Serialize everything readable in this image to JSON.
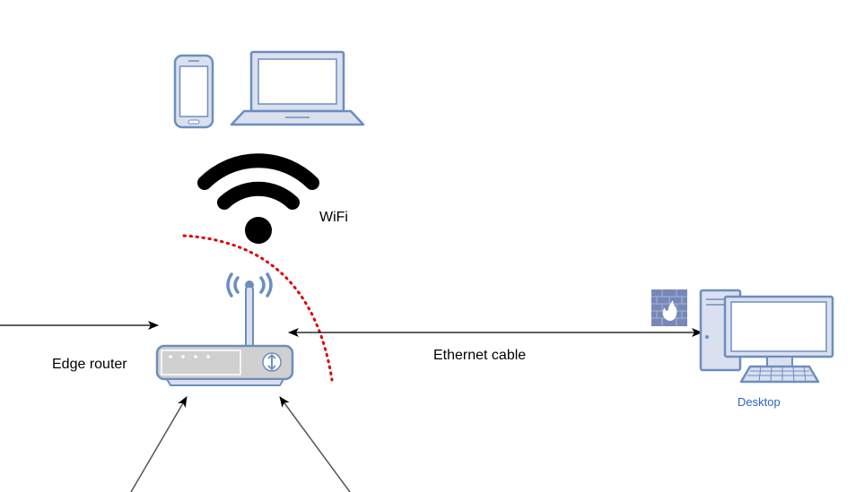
{
  "labels": {
    "wifi": "WiFi",
    "edge_router": "Edge router",
    "ethernet_cable": "Ethernet cable",
    "desktop": "Desktop"
  },
  "colors": {
    "device_fill": "#dae0ef",
    "device_stroke": "#6c8ebf",
    "router_body": "#d0d0d0",
    "wifi_black": "#000000",
    "boundary_red": "#e00000",
    "arrow": "#000000",
    "incoming_arrow": "#555555",
    "desktop_label": "#2a64c8",
    "firewall_fill": "#7688b8"
  },
  "icons": [
    "smartphone-icon",
    "laptop-icon",
    "wifi-signal-icon",
    "wireless-router-icon",
    "firewall-icon",
    "desktop-computer-icon"
  ]
}
